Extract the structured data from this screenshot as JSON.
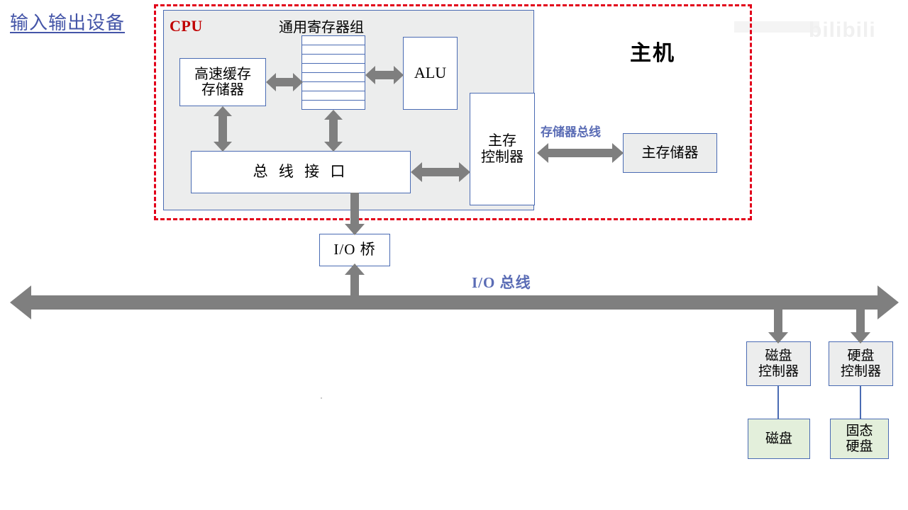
{
  "diagram": {
    "title_left": "输入输出设备",
    "host_label": "主机",
    "cpu_label": "CPU",
    "regfile_title": "通用寄存器组",
    "watermark": "bilibili"
  },
  "boxes": {
    "cache": "高速缓存\n存储器",
    "cache_line1": "高速缓存",
    "cache_line2": "存储器",
    "alu": "ALU",
    "bus_interface": "总 线 接 口",
    "mem_controller_line1": "主存",
    "mem_controller_line2": "控制器",
    "main_memory": "主存储器",
    "io_bridge": "I/O 桥",
    "disk_controller_line1": "磁盘",
    "disk_controller_line2": "控制器",
    "hdd_controller_line1": "硬盘",
    "hdd_controller_line2": "控制器",
    "disk": "磁盘",
    "ssd_line1": "固态",
    "ssd_line2": "硬盘"
  },
  "labels": {
    "memory_bus": "存储器总线",
    "io_bus": "I/O 总线"
  },
  "registers": {
    "row_count": 8
  },
  "colors": {
    "box_border": "#4a6bb3",
    "cpu_fill": "#eceded",
    "host_dashed": "#e2001a",
    "cpu_text": "#c00000",
    "label_blue": "#5a6cb5",
    "title_blue": "#4455a8",
    "arrow_gray": "#7f7f7f",
    "device_green": "#e3efdb",
    "memory_gray": "#eceded"
  }
}
